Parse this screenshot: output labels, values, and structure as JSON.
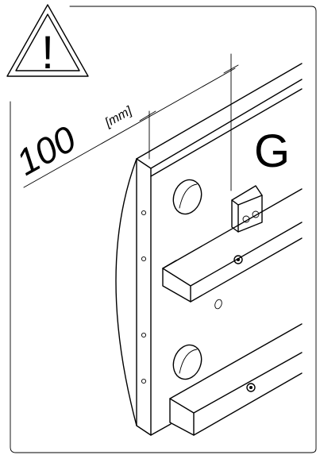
{
  "warning": {
    "symbol": "!"
  },
  "dimension": {
    "value": "100",
    "unit": "[mm]"
  },
  "panel": {
    "label": "G"
  }
}
